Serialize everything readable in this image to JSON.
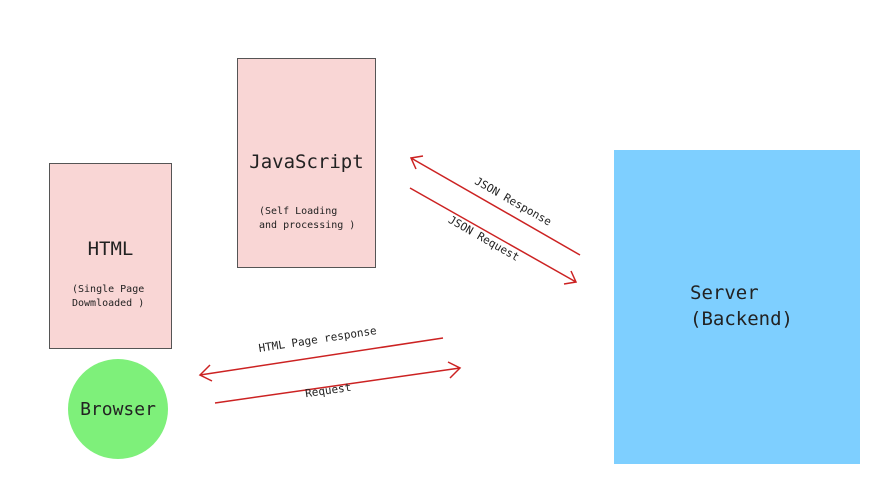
{
  "html_box": {
    "title": "HTML",
    "subtitle_line1": "(Single Page",
    "subtitle_line2": "Dowmloaded )"
  },
  "js_box": {
    "title": "JavaScript",
    "subtitle_line1": "(Self Loading",
    "subtitle_line2": "and processing )"
  },
  "server": {
    "line1": "Server",
    "line2": "(Backend)"
  },
  "browser": {
    "label": "Browser"
  },
  "arrows": {
    "json_response": "JSON Response",
    "json_request": "JSON Request",
    "html_response": "HTML Page response",
    "request": "Request"
  },
  "colors": {
    "box_fill": "#f9d6d5",
    "server_fill": "#7ecfff",
    "browser_fill": "#7ef07a",
    "arrow": "#cc2222"
  }
}
